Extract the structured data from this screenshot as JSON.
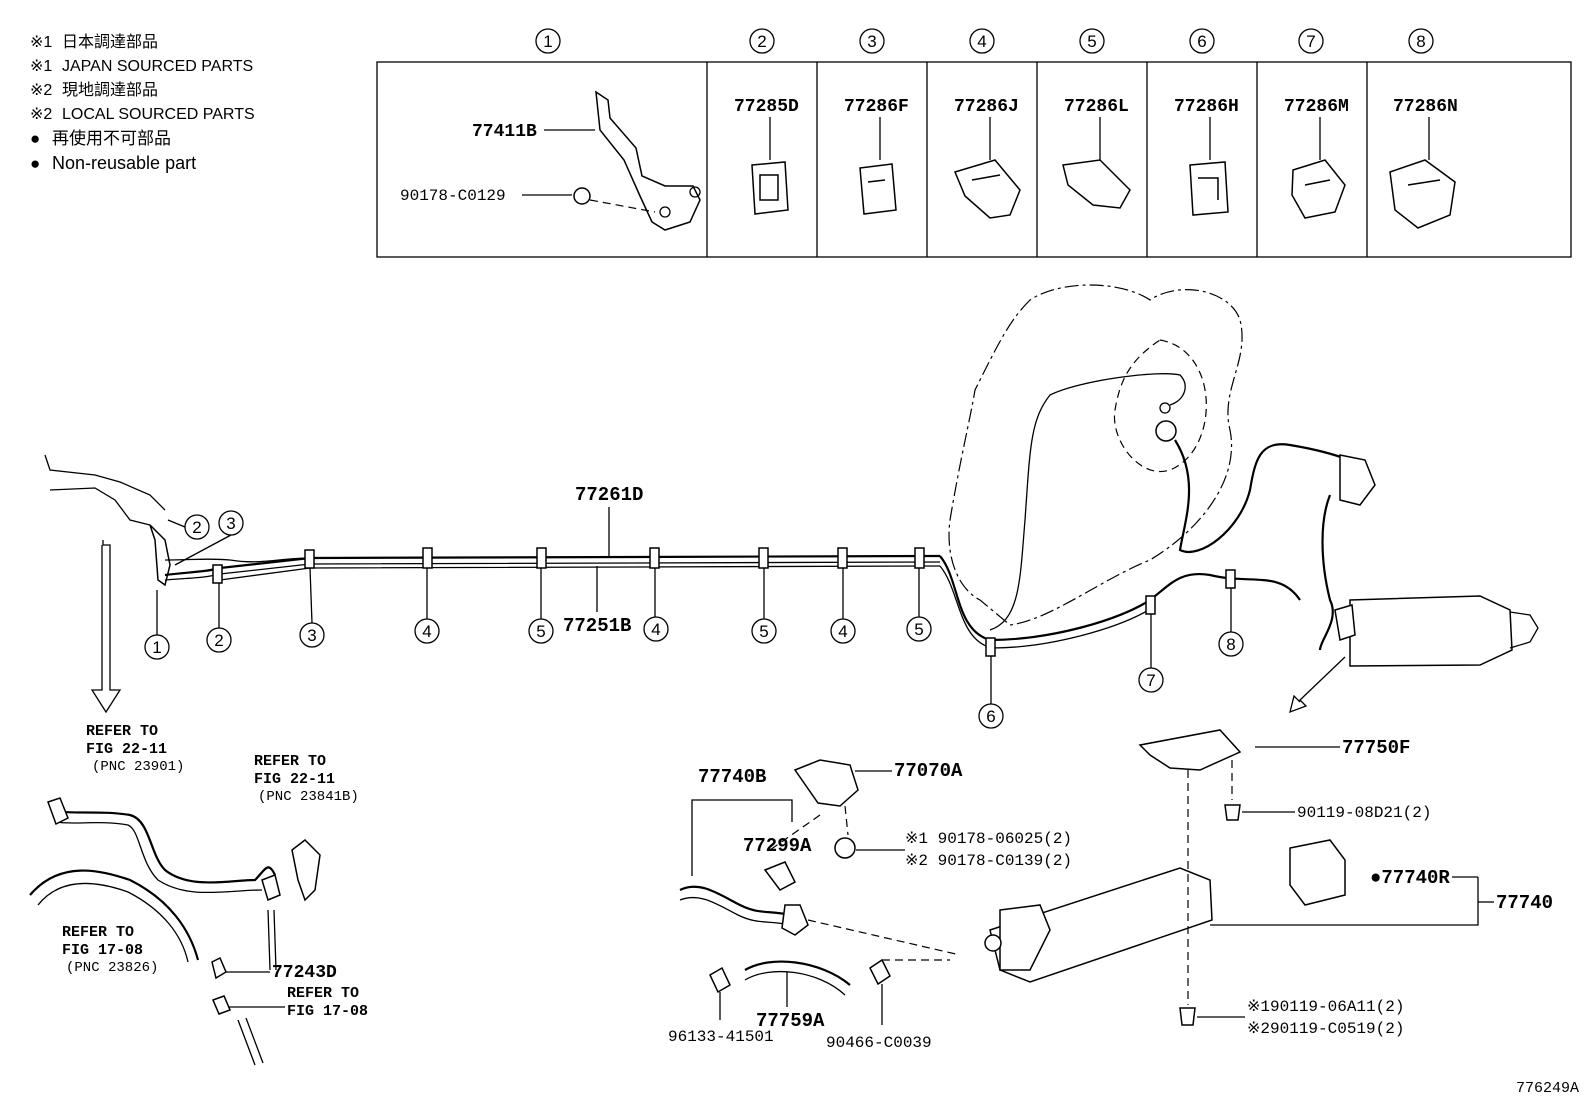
{
  "legend": [
    {
      "mark": "※1",
      "text": "日本調達部品"
    },
    {
      "mark": "※1",
      "text": "JAPAN SOURCED PARTS"
    },
    {
      "mark": "※2",
      "text": "現地調達部品"
    },
    {
      "mark": "※2",
      "text": "LOCAL SOURCED PARTS"
    },
    {
      "mark": "●",
      "text": "再使用不可部品"
    },
    {
      "mark": "●",
      "text": "Non-reusable part"
    }
  ],
  "table": {
    "headers": [
      "1",
      "2",
      "3",
      "4",
      "5",
      "6",
      "7",
      "8"
    ],
    "cells": [
      "77411B",
      "90178-C0129",
      "77285D",
      "77286F",
      "77286J",
      "77286L",
      "77286H",
      "77286M",
      "77286N"
    ]
  },
  "main": {
    "callouts": [
      "1",
      "2",
      "3",
      "2",
      "3",
      "4",
      "5",
      "4",
      "5",
      "4",
      "5",
      "6",
      "7",
      "8"
    ],
    "labels": {
      "tube_upper": "77261D",
      "tube_lower": "77251B"
    }
  },
  "lower_left": {
    "refer1": [
      "REFER TO",
      "FIG 22-11",
      "(PNC 23901)"
    ],
    "refer2": [
      "REFER TO",
      "FIG 22-11",
      "(PNC 23841B)"
    ],
    "refer3": [
      "REFER TO",
      "FIG 17-08",
      "(PNC 23826)"
    ],
    "refer4": [
      "REFER TO",
      "FIG 17-08"
    ],
    "part": "77243D"
  },
  "lower_right": {
    "parts": {
      "p77740B": "77740B",
      "p77070A": "77070A",
      "p77299A": "77299A",
      "p77759A": "77759A",
      "p77750F": "77750F",
      "p77740R": "●77740R",
      "p77740": "77740",
      "p96133": "96133-41501",
      "p90466": "90466-C0039",
      "p90119a": "90119-08D21(2)",
      "p90178a": "※1 90178-06025(2)",
      "p90178b": "※2 90178-C0139(2)",
      "p90119b": "※190119-06A11(2)",
      "p90119c": "※290119-C0519(2)"
    }
  },
  "footer": {
    "code": "776249A"
  }
}
